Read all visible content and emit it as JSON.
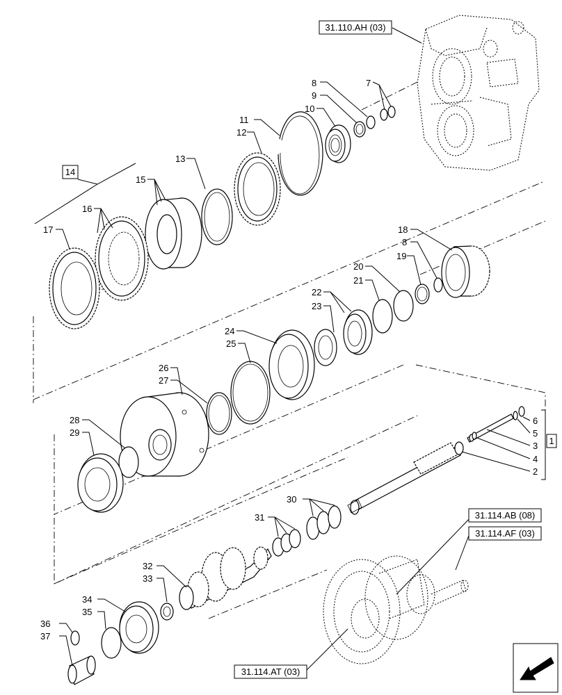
{
  "references": {
    "housing": "31.110.AH (03)",
    "ab": "31.114.AB (08)",
    "af": "31.114.AF (03)",
    "at": "31.114.AT (03)"
  },
  "group_labels": {
    "clutch_pack": "14",
    "shaft_group": "1"
  },
  "callouts": {
    "c2": "2",
    "c3": "3",
    "c4": "4",
    "c5": "5",
    "c6": "6",
    "c7": "7",
    "c8a": "8",
    "c8b": "8",
    "c9": "9",
    "c10": "10",
    "c11": "11",
    "c12": "12",
    "c13": "13",
    "c15": "15",
    "c16": "16",
    "c17": "17",
    "c18": "18",
    "c19": "19",
    "c20": "20",
    "c21": "21",
    "c22": "22",
    "c23": "23",
    "c24": "24",
    "c25": "25",
    "c26": "26",
    "c27": "27",
    "c28": "28",
    "c29": "29",
    "c30": "30",
    "c31": "31",
    "c32": "32",
    "c33": "33",
    "c34": "34",
    "c35": "35",
    "c36": "36",
    "c37": "37"
  }
}
